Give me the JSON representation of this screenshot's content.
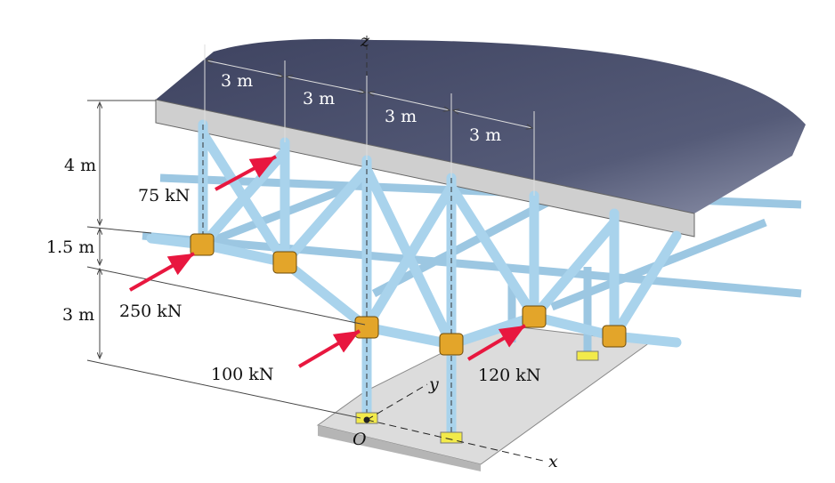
{
  "axes": {
    "z": "z",
    "y": "y",
    "x": "x",
    "origin": "O"
  },
  "top_dimensions": [
    "3 m",
    "3 m",
    "3 m",
    "3 m"
  ],
  "side_dimensions": {
    "upper": "4 m",
    "middle": "1.5 m",
    "lower": "3 m"
  },
  "forces": {
    "f1": "75 kN",
    "f2": "250 kN",
    "f3": "100 kN",
    "f4": "120 kN"
  },
  "colors": {
    "deck": "#4a4f68",
    "steel": "#a9d3ec",
    "force": "#e8173f",
    "gusset": "#e3a52a",
    "plate": "#d4d4d4"
  }
}
